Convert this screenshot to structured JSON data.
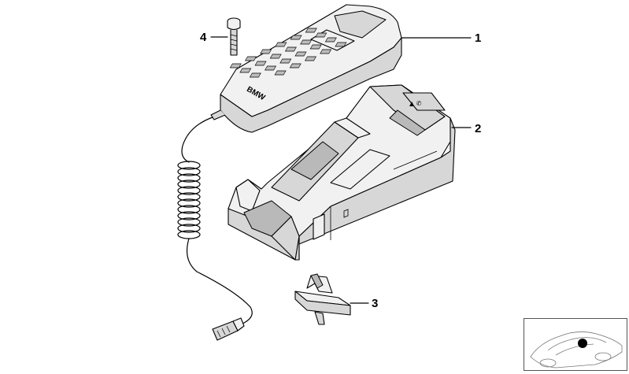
{
  "diagram": {
    "part_labels": [
      {
        "number": "1",
        "part": "handset"
      },
      {
        "number": "2",
        "part": "handset-cradle"
      },
      {
        "number": "3",
        "part": "clip"
      },
      {
        "number": "4",
        "part": "screw"
      }
    ],
    "handset_brand_text": "BMW",
    "cradle_symbol": "▲ ✆",
    "thumbnail_icon": "car-location-icon"
  }
}
